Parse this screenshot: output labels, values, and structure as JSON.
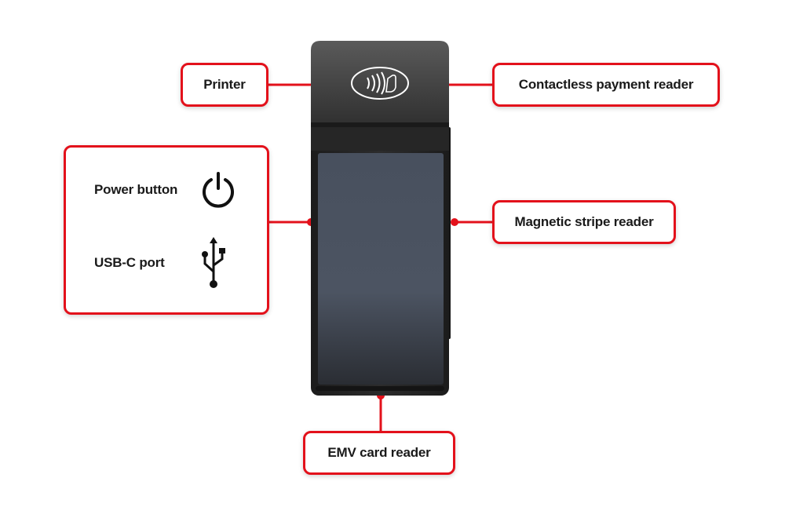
{
  "labels": {
    "printer": "Printer",
    "contactless": "Contactless payment reader",
    "power": "Power button",
    "usb": "USB-C port",
    "magnetic": "Magnetic stripe reader",
    "emv": "EMV card reader"
  },
  "icons": {
    "power": "power-icon",
    "usb": "usb-icon",
    "contactless": "contactless-icon"
  },
  "colors": {
    "accent": "#e3111b",
    "device_body": "#2b2b2b",
    "screen": "#4a5261",
    "text": "#1a1a1a"
  }
}
